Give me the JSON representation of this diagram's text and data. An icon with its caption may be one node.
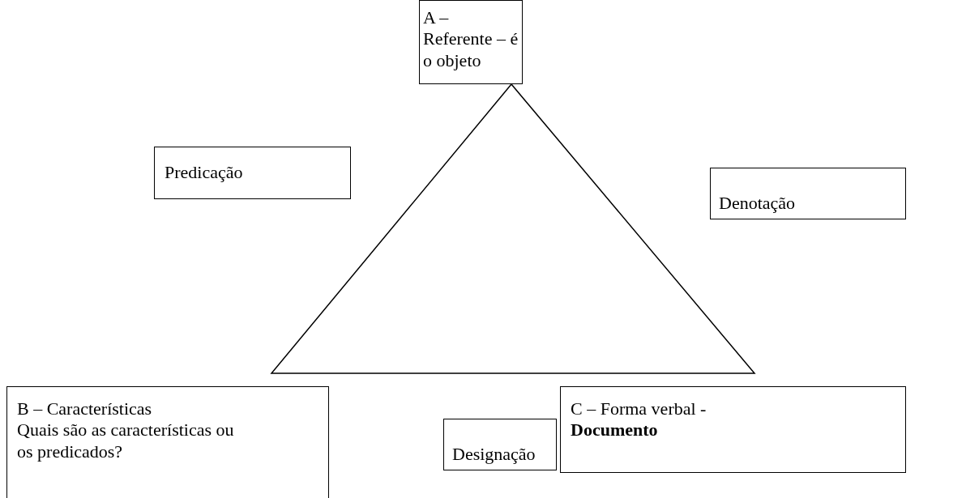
{
  "diagram": {
    "nodes": [
      {
        "text": [
          "A – Referente – é o objeto"
        ]
      },
      {
        "text": [
          "Predicação"
        ]
      },
      {
        "text": [
          "Denotação"
        ]
      },
      {
        "text": [
          "B – Características",
          "Quais são as características ou os predicados?"
        ]
      },
      {
        "text": [
          "Designação"
        ]
      },
      {
        "text": [
          "C – Forma verbal - **Documento**"
        ]
      }
    ]
  }
}
